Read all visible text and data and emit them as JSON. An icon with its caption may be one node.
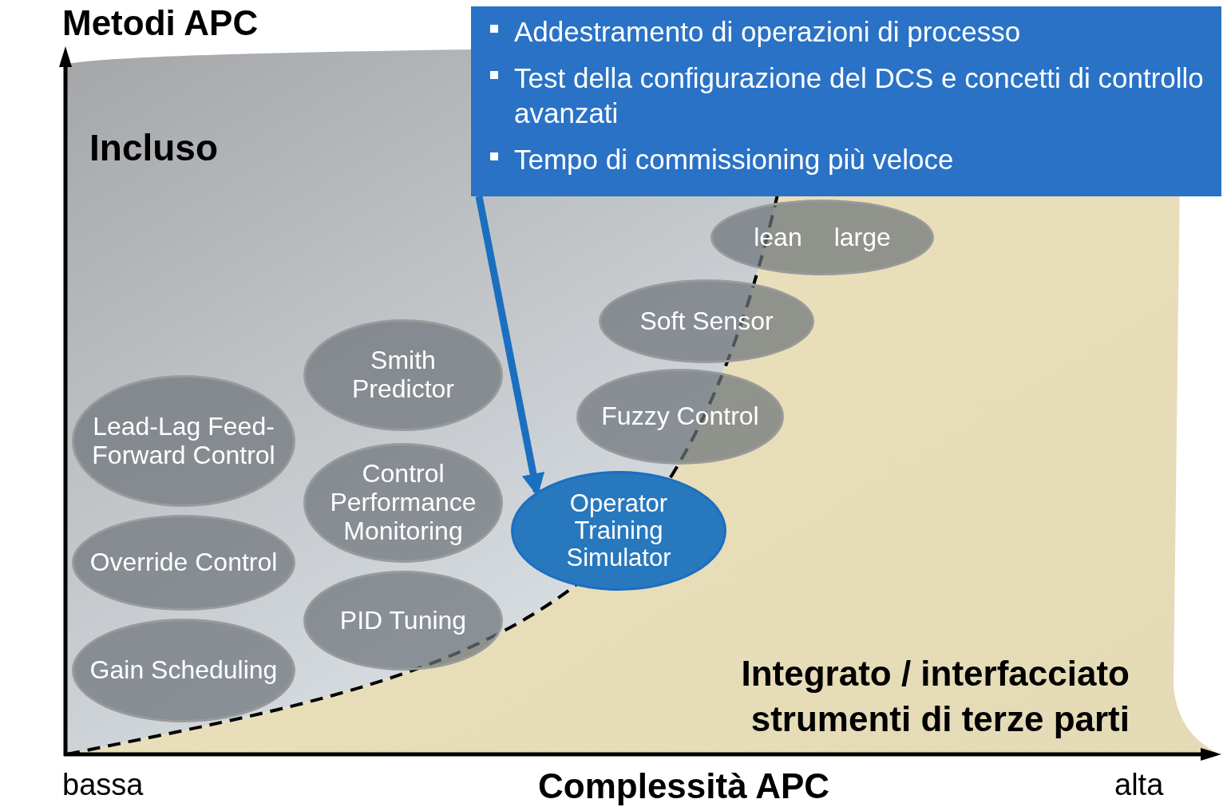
{
  "diagram": {
    "nodes": [
      {
        "text": [
          "Addestramento di operazioni di processo",
          "Test della configurazione del DCS e concetti di controllo avanzati",
          "Tempo di commissioning più veloce"
        ]
      },
      {
        "text": [
          "lean",
          "large"
        ]
      },
      {
        "text": [
          "Soft Sensor"
        ]
      },
      {
        "text": [
          "Smith Predictor"
        ]
      },
      {
        "text": [
          "Fuzzy Control"
        ]
      },
      {
        "text": [
          "Lead-Lag Feed-Forward Control"
        ]
      },
      {
        "text": [
          "Control Performance Monitoring"
        ]
      },
      {
        "text": [
          "Operator Training Simulator"
        ]
      },
      {
        "text": [
          "Override Control"
        ]
      },
      {
        "text": [
          "PID Tuning"
        ]
      },
      {
        "text": [
          "Gain Scheduling"
        ]
      }
    ],
    "edges": [
      {
        "from": 0,
        "to": 7,
        "arrow": "to",
        "color": "#1a6fc0"
      }
    ],
    "labels": [
      "Metodi APC",
      "Incluso",
      "Integrato / interfacciato strumenti di terze parti",
      "bassa",
      "Complessità APC",
      "alta"
    ]
  }
}
